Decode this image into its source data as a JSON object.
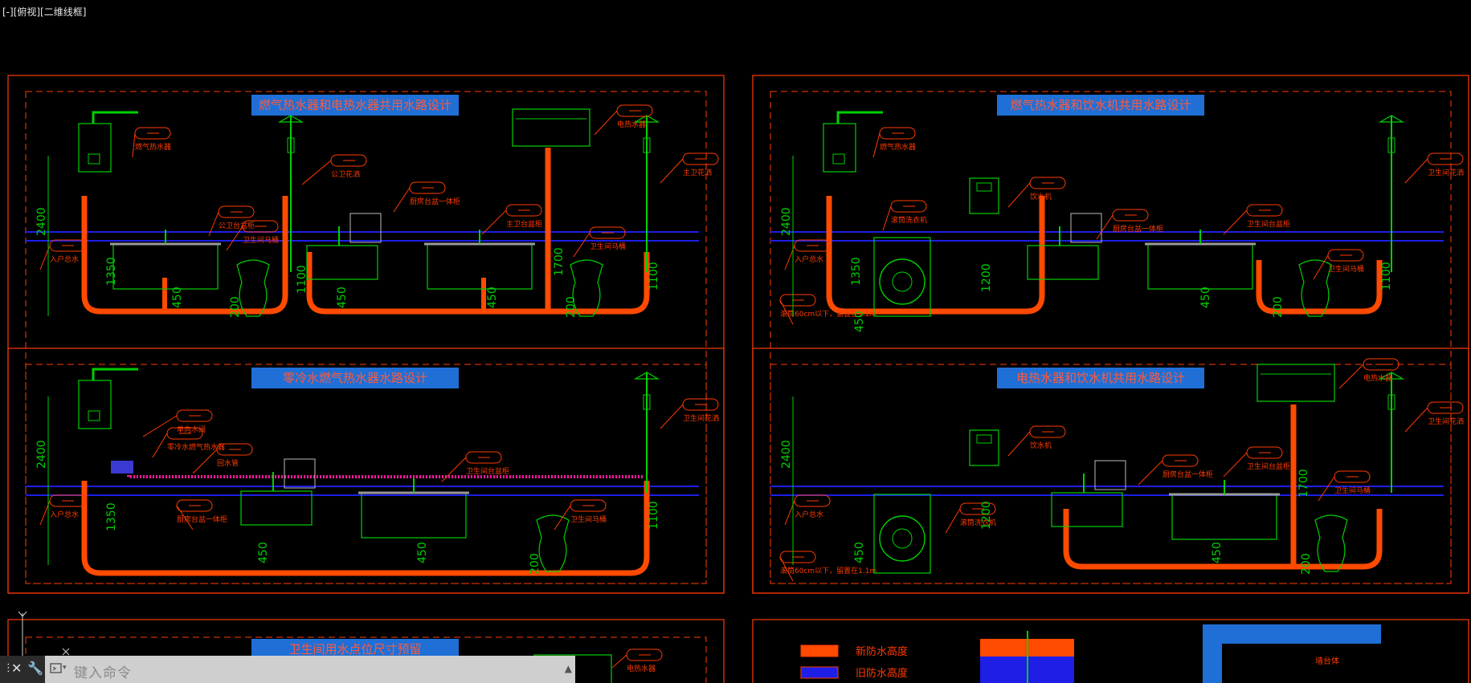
{
  "viewport": {
    "label": "[-][俯视][二维线框]"
  },
  "panels": [
    {
      "title": "燃气热水器和电热水器共用水路设计"
    },
    {
      "title": "燃气热水器和饮水机共用水路设计"
    },
    {
      "title": "零冷水燃气热水器水路设计"
    },
    {
      "title": "电热水器和饮水机共用水路设计"
    },
    {
      "title": "卫生间用水点位尺寸预留"
    }
  ],
  "labels": {
    "p1": [
      "燃气热水器",
      "公卫花洒",
      "电热水器",
      "主卫花洒",
      "公卫台盆柜",
      "厨房台盆一体柜",
      "主卫台盆柜",
      "入户总水",
      "卫生间马桶",
      "卫生间马桶"
    ],
    "p2": [
      "燃气热水器",
      "饮水机",
      "卫生间花洒",
      "滚筒洗衣机",
      "厨房台盆一体柜",
      "卫生间台盆柜",
      "入户总水",
      "卫生间马桶",
      "滚筒60cm以下，留置在1.1m"
    ],
    "p3": [
      "零冷水燃气热水器",
      "单向水阀",
      "回水管",
      "卫生间花洒",
      "卫生间台盆柜",
      "厨房台盆一体柜",
      "入户总水",
      "卫生间马桶"
    ],
    "p4": [
      "电热水器",
      "卫生间花洒",
      "饮水机",
      "厨房台盆一体柜",
      "卫生间台盆柜",
      "卫生间马桶",
      "入户总水",
      "滚筒洗衣机",
      "滚筒60cm以下，留置在1.1m"
    ],
    "p5": [
      "电热水器"
    ]
  },
  "dims": {
    "p1": [
      "2400",
      "1350",
      "450",
      "200",
      "1100",
      "450",
      "1700",
      "450",
      "200",
      "1100"
    ],
    "p2": [
      "2400",
      "1350",
      "450",
      "1200",
      "450",
      "200",
      "1100"
    ],
    "p3": [
      "2400",
      "1350",
      "450",
      "450",
      "200",
      "1100"
    ],
    "p4": [
      "2400",
      "450",
      "1200",
      "1700",
      "450",
      "200"
    ]
  },
  "legend": {
    "items": [
      {
        "label": "新防水高度",
        "color": "#ff4a00"
      },
      {
        "label": "旧防水高度",
        "color": "#1e1ee6"
      }
    ],
    "box_label": "墙台体"
  },
  "command": {
    "placeholder": "键入命令"
  },
  "colors": {
    "frame": "#ff3b00",
    "hot": "#ff4a00",
    "cold": "#1e1ee6",
    "fixture": "#00d000",
    "title_bg": "#1f6fd6",
    "title_text": "#ff5a3c"
  },
  "icons": [
    "close-icon",
    "wrench-icon",
    "command-line-icon",
    "dropdown-arrow-icon"
  ]
}
